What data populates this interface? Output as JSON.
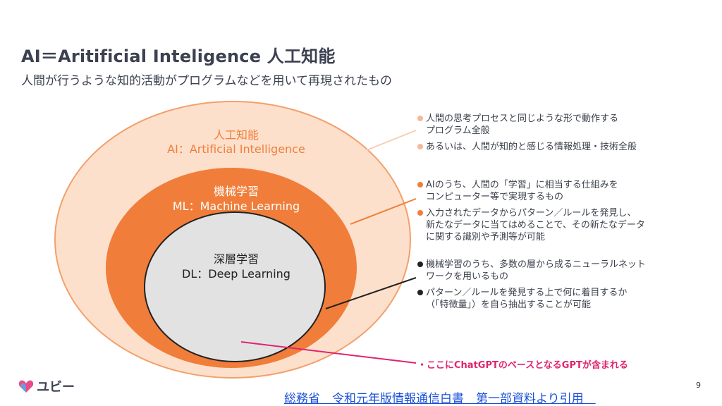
{
  "title": "AI＝Aritificial Inteligence 人工知能",
  "subtitle": "人間が行うような知的活動がプログラムなどを用いて再現されたもの",
  "layers": {
    "ai": {
      "name": "人工知能",
      "english": "AI：Artificial Intelligence",
      "color": "#fde0cc"
    },
    "ml": {
      "name": "機械学習",
      "english": "ML：Machine Learning",
      "color": "#f07e3a"
    },
    "dl": {
      "name": "深層学習",
      "english": "DL：Deep Learning",
      "color": "#e2e2e2"
    }
  },
  "annotations": {
    "ai": [
      {
        "lines": [
          "人間の思考プロセスと同じような形で動作する",
          "プログラム全般"
        ]
      },
      {
        "lines": [
          "あるいは、人間が知的と感じる情報処理・技術全般"
        ]
      }
    ],
    "ml": [
      {
        "lines": [
          "AIのうち、人間の「学習」に相当する仕組みを",
          "コンピューター等で実現するもの"
        ]
      },
      {
        "lines": [
          "入力されたデータからパターン／ルールを発見し、",
          "新たなデータに当てはめることで、その新たなデータ",
          "に関する識別や予測等が可能"
        ]
      }
    ],
    "dl": [
      {
        "lines": [
          "機械学習のうち、多数の層から成るニューラルネット",
          "ワークを用いるもの"
        ]
      },
      {
        "lines": [
          "パターン／ルールを発見する上で何に着目するか",
          "（「特徴量」）を自ら抽出することが可能"
        ]
      }
    ]
  },
  "gpt_note": "・ここにChatGPTのベースとなるGPTが含まれる",
  "citation": "総務省　令和元年版情報通信白書　第一部資料より引用　",
  "page_number": "9",
  "logo_text": "ユビー",
  "colors": {
    "ai_dot": "#f5b99a",
    "ml_dot": "#f07e3a",
    "dl_dot": "#222222",
    "gpt_pink": "#e0246e",
    "link_blue": "#1a4fd8"
  }
}
